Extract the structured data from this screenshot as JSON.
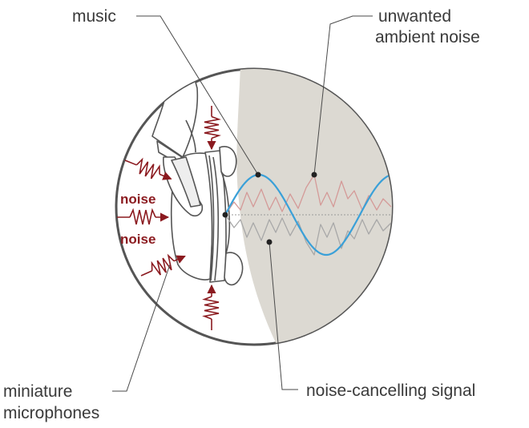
{
  "labels": {
    "music": "music",
    "unwanted_line1": "unwanted",
    "unwanted_line2": "ambient noise",
    "noise_1": "noise",
    "noise_2": "noise",
    "microphones_line1": "miniature",
    "microphones_line2": "microphones",
    "cancelling": "noise-cancelling signal"
  },
  "colors": {
    "music_wave": "#3aa0d8",
    "ambient_noise": "#d49a98",
    "cancelling_signal": "#a8a8a8",
    "noise_arrows": "#8b1a1f",
    "ear_region": "#dcd9d2",
    "outline": "#4a4a4a"
  }
}
